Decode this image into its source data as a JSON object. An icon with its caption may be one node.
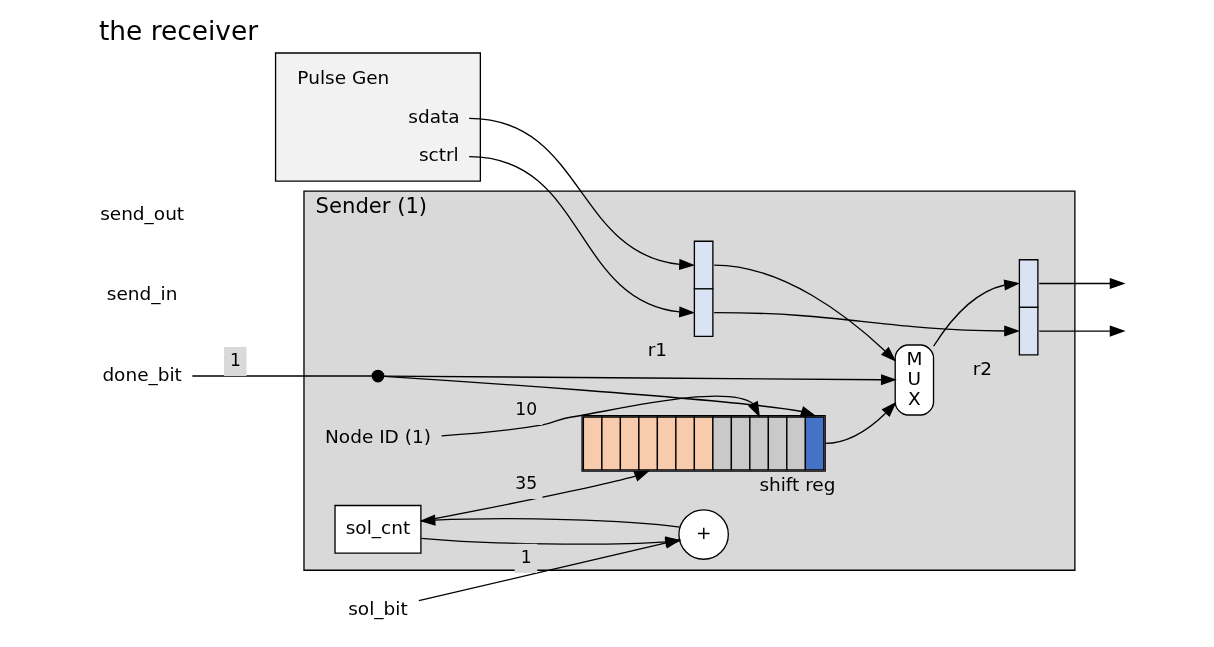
{
  "diagram": {
    "title": "the receiver",
    "nodes": [
      {
        "text": [
          "Sender (1)"
        ]
      },
      {
        "text": [
          "sol_cnt"
        ],
        "in": 0
      },
      {
        "text": [
          "+"
        ],
        "in": 0
      },
      {
        "text": [],
        "shape": "box",
        "in": 0,
        "beside": [
          "shift reg"
        ]
      },
      {
        "text": [
          "M U X"
        ],
        "in": 0
      },
      {
        "text": [],
        "shape": "box",
        "in": 0,
        "beside": [
          "r1"
        ]
      },
      {
        "text": [],
        "shape": "box",
        "in": 0,
        "beside": [
          "r2"
        ]
      },
      {
        "text": [
          "Pulse Gen",
          "sdata",
          "sctrl"
        ]
      },
      {
        "text": [
          "sol_bit"
        ]
      },
      {
        "text": [
          "done_bit"
        ]
      },
      {
        "text": [
          "Node ID (1)"
        ],
        "in": 0
      },
      {
        "text": [],
        "shape": "circle",
        "in": 0
      }
    ],
    "edges": [
      {
        "from": 8,
        "to": 2,
        "arrow": "to",
        "label": "1"
      },
      {
        "from": 9,
        "to": 11,
        "arrow": "none",
        "label": "1"
      },
      {
        "from": 11,
        "to": 4,
        "arrow": "to"
      },
      {
        "from": 11,
        "to": 3,
        "arrow": "to"
      },
      {
        "from": 1,
        "to": 2,
        "arrow": "to"
      },
      {
        "from": 2,
        "to": 1,
        "arrow": "to"
      },
      {
        "from": 1,
        "to": 3,
        "arrow": "to",
        "label": "35"
      },
      {
        "from": 10,
        "to": 3,
        "arrow": "to",
        "label": "10"
      },
      {
        "from": 3,
        "to": 4,
        "arrow": "to"
      },
      {
        "from": 5,
        "to": 4,
        "arrow": "to"
      },
      {
        "from": 4,
        "to": 6,
        "arrow": "to"
      },
      {
        "from": 5,
        "to": 6,
        "arrow": "to"
      },
      {
        "from": 7,
        "to": 5,
        "arrow": "to"
      },
      {
        "from": 7,
        "to": 5,
        "arrow": "to"
      },
      {
        "from": 6,
        "to": null,
        "arrow": "to"
      },
      {
        "from": 6,
        "to": null,
        "arrow": "to"
      }
    ],
    "labels": [
      "send_in",
      "send_out"
    ]
  }
}
